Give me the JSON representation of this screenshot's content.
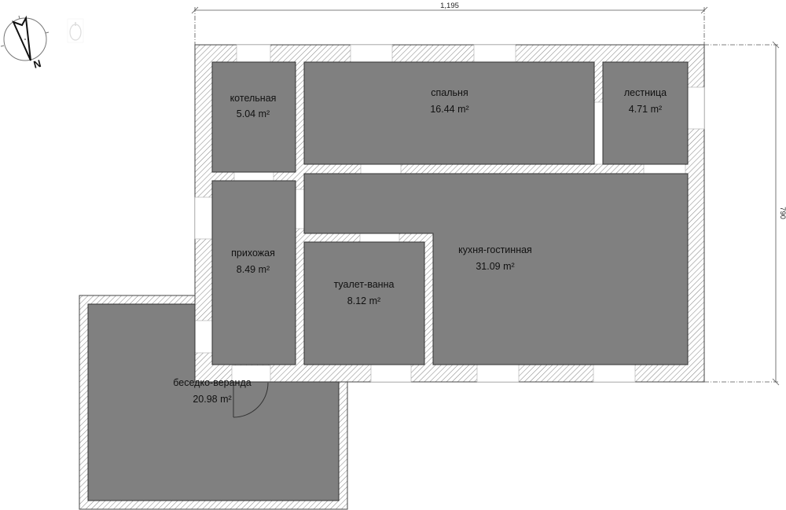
{
  "plan": {
    "title": "floor-plan",
    "colors": {
      "room_fill": "#808080",
      "room_stroke": "#333333",
      "wall_hatch": "#9a9a9a",
      "wall_bg": "#ffffff",
      "opening": "#ffffff",
      "dimension": "#555555"
    },
    "dimensions": {
      "width_label": "1,195",
      "height_label": "790"
    },
    "compass": {
      "north_label": "N"
    },
    "rooms": [
      {
        "id": "boiler",
        "name": "котельная",
        "area": "5.04 m²"
      },
      {
        "id": "bedroom",
        "name": "спальня",
        "area": "16.44 m²"
      },
      {
        "id": "stairs",
        "name": "лестница",
        "area": "4.71 m²"
      },
      {
        "id": "hallway",
        "name": "прихожая",
        "area": "8.49 m²"
      },
      {
        "id": "bathroom",
        "name": "туалет-ванна",
        "area": "8.12 m²"
      },
      {
        "id": "kitchen-living",
        "name": "кухня-гостинная",
        "area": "31.09 m²"
      },
      {
        "id": "veranda",
        "name": "беседко-веранда",
        "area": "20.98 m²"
      }
    ]
  }
}
